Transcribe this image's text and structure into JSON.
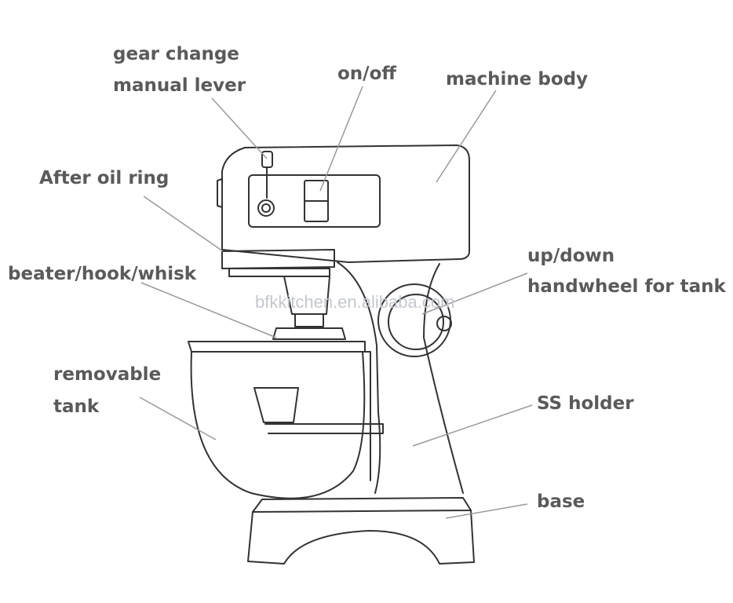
{
  "labels": {
    "gear_change_line1": "gear change",
    "gear_change_line2": "manual lever",
    "on_off": "on/off",
    "machine_body": "machine body",
    "after_oil_ring": "After oil ring",
    "beater_hook_whisk": "beater/hook/whisk",
    "up_down_line1": "up/down",
    "up_down_line2": "handwheel for tank",
    "removable_line1": "removable",
    "removable_line2": "tank",
    "ss_holder": "SS holder",
    "base": "base"
  },
  "watermark": "bfkkitchen.en.alibaba.com",
  "colors": {
    "label_text": "#5a5a5a",
    "outline": "#333333",
    "leader_line": "#9a9a9a",
    "watermark": "#c4c8ce"
  }
}
